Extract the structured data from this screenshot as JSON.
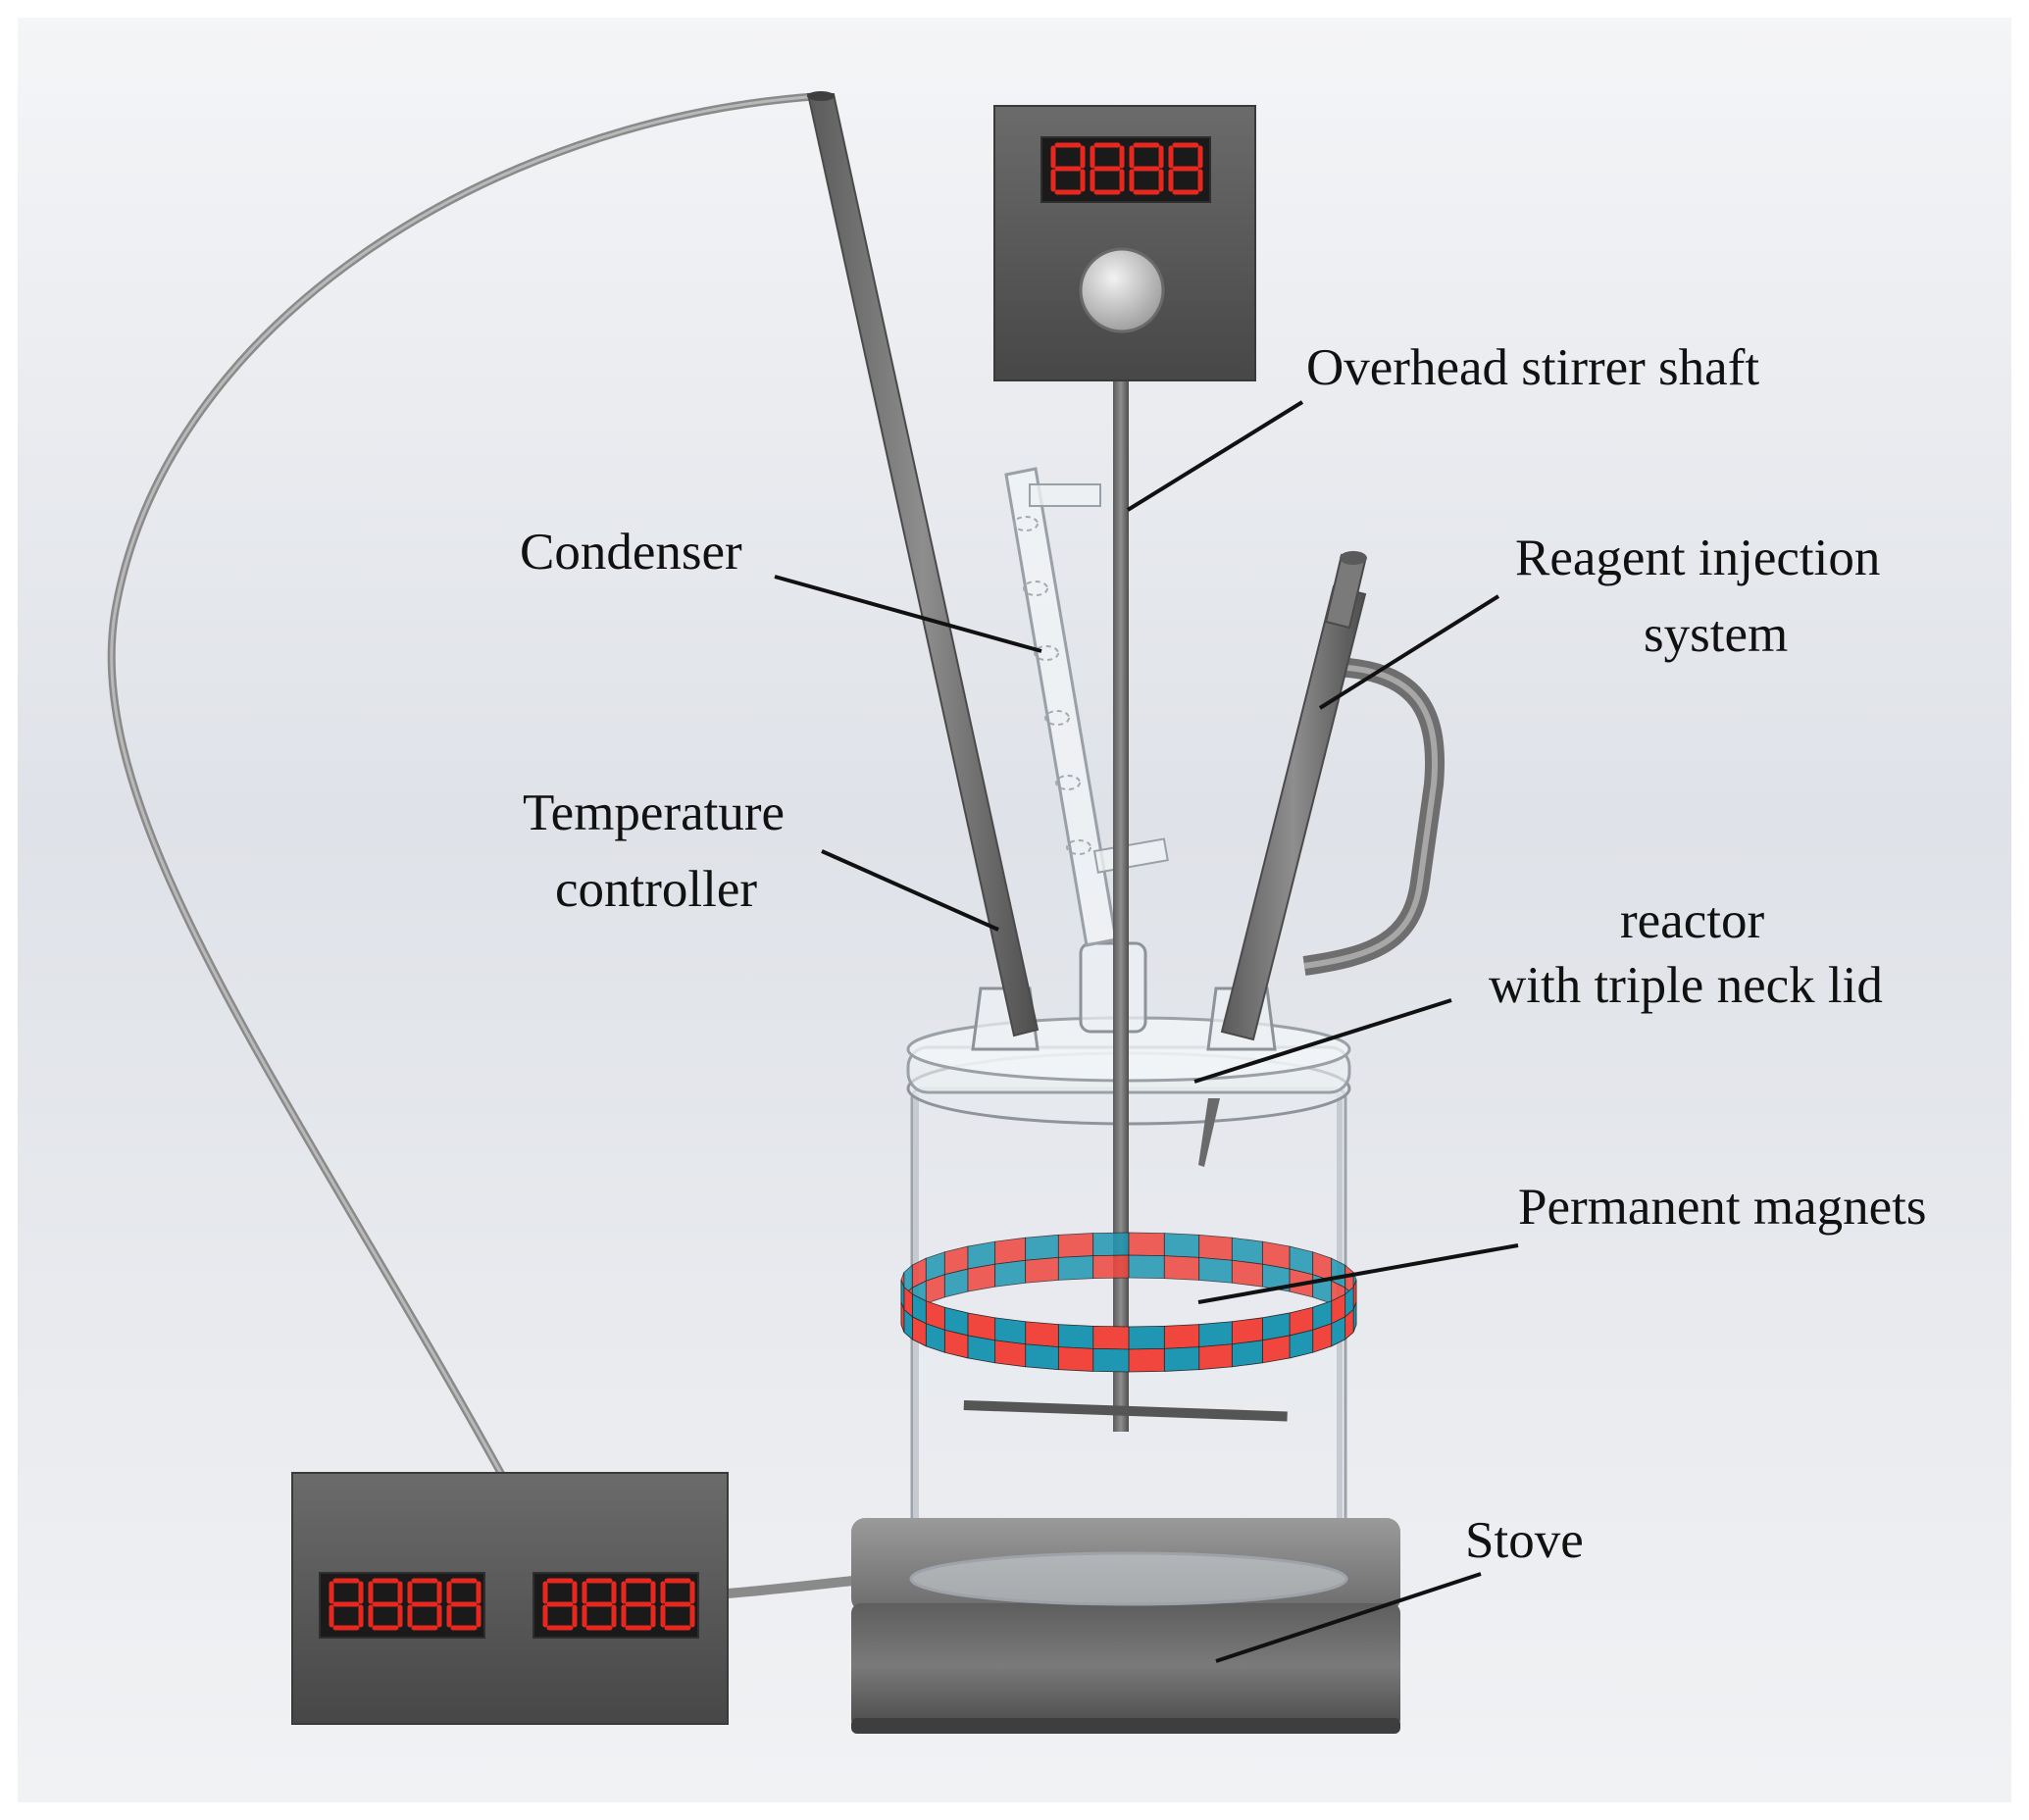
{
  "labels": {
    "overhead_stirrer_shaft": "Overhead stirrer shaft",
    "condenser": "Condenser",
    "reagent_injection_line1": "Reagent injection",
    "reagent_injection_line2": "system",
    "temperature_controller_line1": "Temperature",
    "temperature_controller_line2": "controller",
    "reactor_line1": "reactor",
    "reactor_line2": "with triple neck lid",
    "permanent_magnets": "Permanent magnets",
    "stove": "Stove"
  },
  "colors": {
    "magnet_red": "#f0463e",
    "magnet_teal": "#1f97b2",
    "display_segment": "#ff2a1f",
    "housing_gray": "#565656"
  }
}
